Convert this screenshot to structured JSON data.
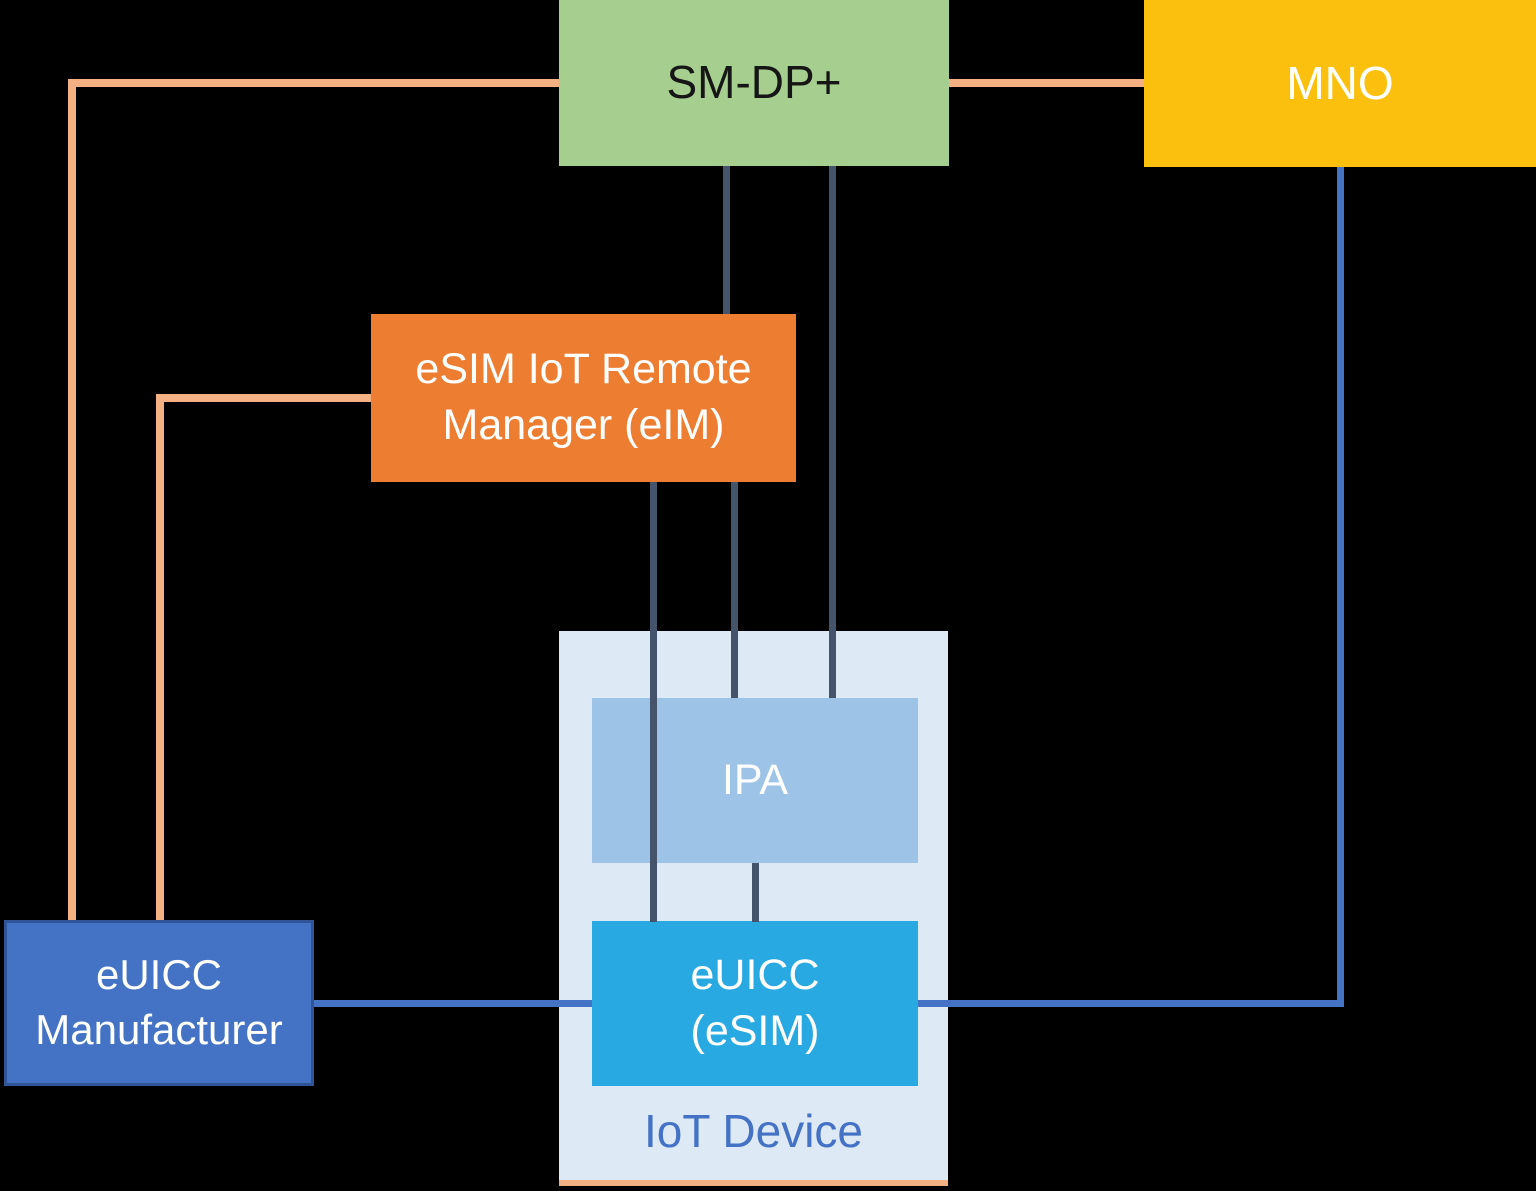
{
  "nodes": {
    "smdp": {
      "label": "SM-DP+",
      "fill": "#A6CE8F",
      "text_color": "#161616"
    },
    "mno": {
      "label": "MNO",
      "fill": "#FBC00E",
      "text_color": "#FFFFFF"
    },
    "eim": {
      "label": "eSIM IoT Remote\nManager (eIM)",
      "fill": "#ED7D31",
      "text_color": "#FFFFFF"
    },
    "iot_device": {
      "label": "IoT Device",
      "fill": "#DEE9F6",
      "label_color": "#4472C4"
    },
    "ipa": {
      "label": "IPA",
      "fill": "#9DC3E6",
      "text_color": "#FFFFFF"
    },
    "euicc": {
      "label": "eUICC\n(eSIM)",
      "fill": "#29A9E1",
      "text_color": "#FFFFFF"
    },
    "eum": {
      "label": "eUICC\nManufacturer",
      "fill": "#4472C4",
      "border_color": "#2F5597",
      "text_color": "#FFFFFF"
    }
  },
  "colors": {
    "background": "#000000",
    "orange_line": "#F2B083",
    "navy_line": "#44546A",
    "blue_line": "#4472C4"
  },
  "edges": [
    {
      "from": "eUICC Manufacturer",
      "to": "SM-DP+",
      "color": "orange"
    },
    {
      "from": "SM-DP+",
      "to": "MNO",
      "color": "orange"
    },
    {
      "from": "eUICC Manufacturer",
      "to": "eSIM IoT Remote Manager (eIM)",
      "color": "orange"
    },
    {
      "from": "SM-DP+",
      "to": "eSIM IoT Remote Manager (eIM)",
      "color": "navy"
    },
    {
      "from": "SM-DP+",
      "to": "IPA",
      "color": "navy"
    },
    {
      "from": "eSIM IoT Remote Manager (eIM)",
      "to": "IPA",
      "color": "navy"
    },
    {
      "from": "eSIM IoT Remote Manager (eIM)",
      "to": "eUICC (eSIM)",
      "color": "navy"
    },
    {
      "from": "IPA",
      "to": "eUICC (eSIM)",
      "color": "navy"
    },
    {
      "from": "eUICC Manufacturer",
      "to": "eUICC (eSIM)",
      "color": "blue"
    },
    {
      "from": "MNO",
      "to": "eUICC (eSIM)",
      "color": "blue"
    }
  ]
}
